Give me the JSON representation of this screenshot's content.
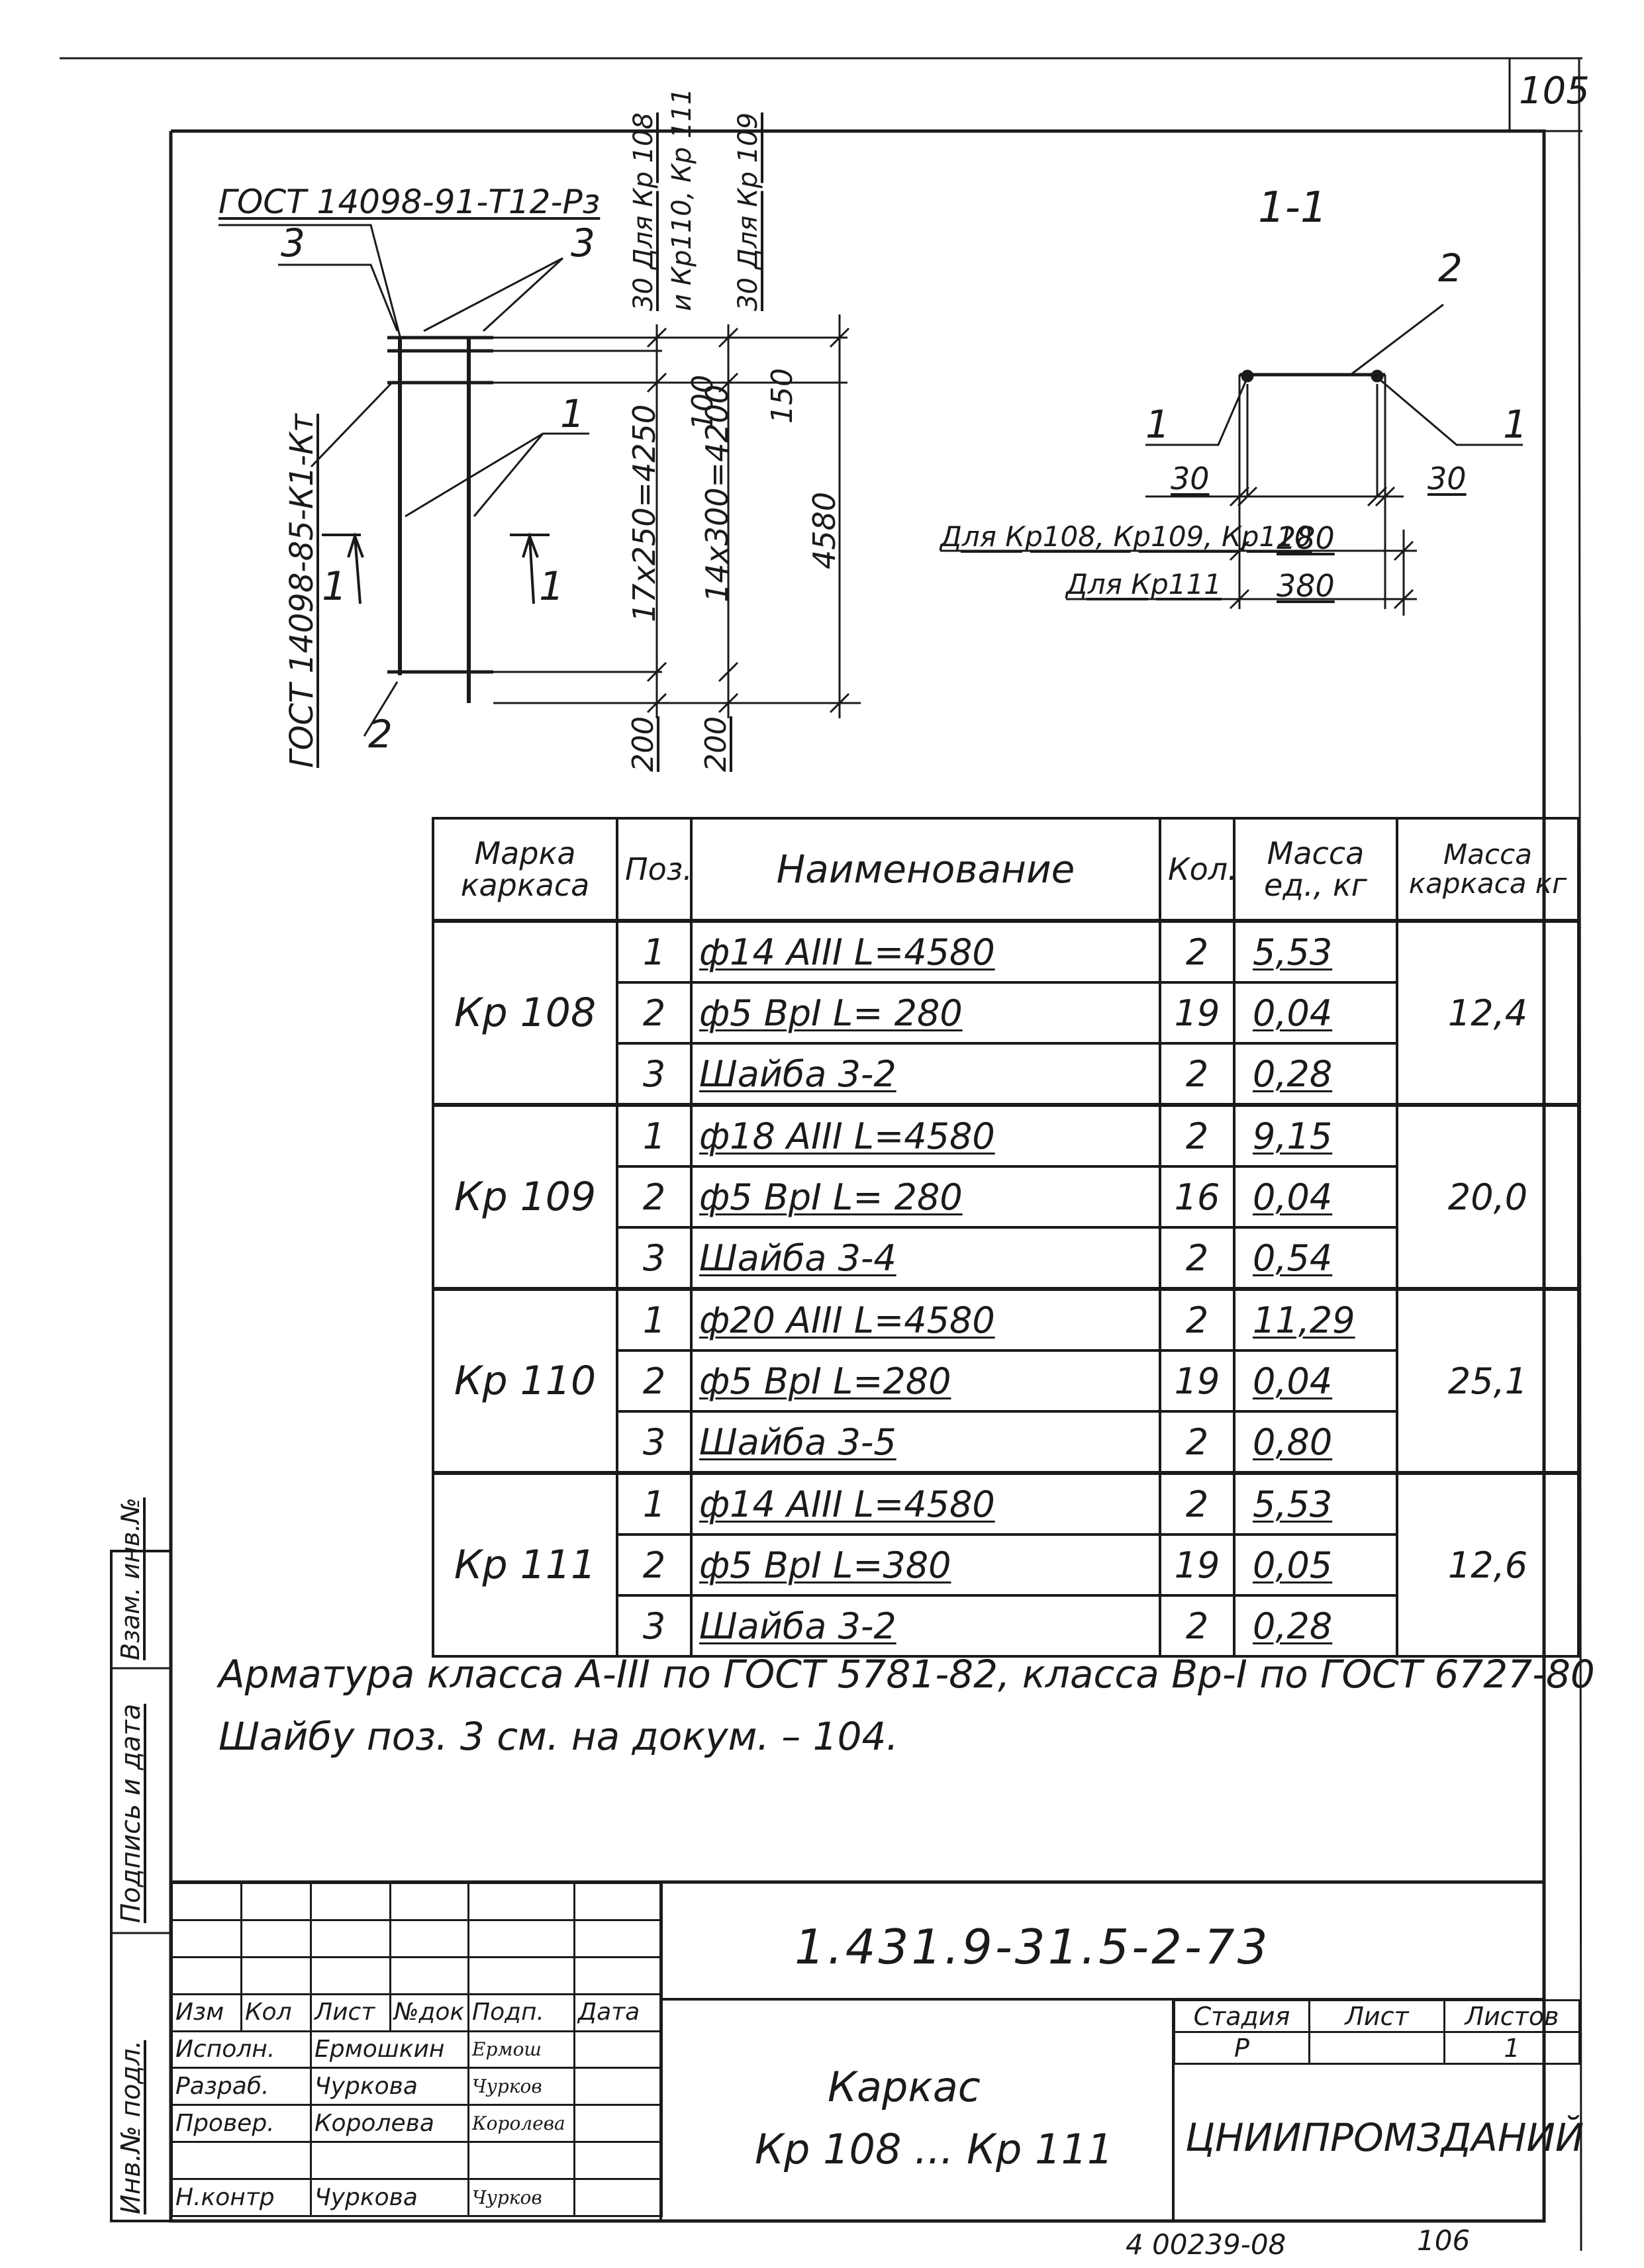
{
  "sheet_number": "105",
  "drawing": {
    "gost_washer": "ГОСТ 14098-91-Т12-Рз",
    "gost_weld": "ГОСТ 14098-85-К1-Кт",
    "pos_labels": [
      "1",
      "2",
      "3"
    ],
    "section_marker": "1",
    "section_title": "1-1",
    "dims_vertical": [
      "30 Для Кр 108",
      "и Кр110, Кр 111",
      "30 Для Кр 109",
      "17х250=4250",
      "100",
      "14х300=4200",
      "150",
      "4580",
      "200",
      "200"
    ],
    "dims_section": [
      "30",
      "30",
      "280",
      "380"
    ],
    "section_captions": [
      "Для Кр108, Кр109, Кр110",
      "Для Кр111"
    ]
  },
  "spec_table": {
    "headers": {
      "mark": "Марка каркаса",
      "pos": "Поз.",
      "name": "Наименование",
      "qty": "Кол.",
      "unit_mass": "Масса ед., кг",
      "frame_mass": "Масса каркаса кг"
    },
    "groups": [
      {
        "mark": "Кр 108",
        "total": "12,4",
        "rows": [
          {
            "pos": "1",
            "name": "ф14 АIII  L=4580",
            "qty": "2",
            "mass": "5,53"
          },
          {
            "pos": "2",
            "name": "ф5 ВрI  L= 280",
            "qty": "19",
            "mass": "0,04"
          },
          {
            "pos": "3",
            "name": "Шайба 3-2",
            "qty": "2",
            "mass": "0,28"
          }
        ]
      },
      {
        "mark": "Кр 109",
        "total": "20,0",
        "rows": [
          {
            "pos": "1",
            "name": "ф18 АIII  L=4580",
            "qty": "2",
            "mass": "9,15"
          },
          {
            "pos": "2",
            "name": "ф5 ВрI  L= 280",
            "qty": "16",
            "mass": "0,04"
          },
          {
            "pos": "3",
            "name": "Шайба 3-4",
            "qty": "2",
            "mass": "0,54"
          }
        ]
      },
      {
        "mark": "Кр 110",
        "total": "25,1",
        "rows": [
          {
            "pos": "1",
            "name": "ф20 АIII  L=4580",
            "qty": "2",
            "mass": "11,29"
          },
          {
            "pos": "2",
            "name": "ф5 ВрI  L=280",
            "qty": "19",
            "mass": "0,04"
          },
          {
            "pos": "3",
            "name": "Шайба 3-5",
            "qty": "2",
            "mass": "0,80"
          }
        ]
      },
      {
        "mark": "Кр 111",
        "total": "12,6",
        "rows": [
          {
            "pos": "1",
            "name": "ф14 АIII  L=4580",
            "qty": "2",
            "mass": "5,53"
          },
          {
            "pos": "2",
            "name": "ф5 ВрI  L=380",
            "qty": "19",
            "mass": "0,05"
          },
          {
            "pos": "3",
            "name": "Шайба 3-2",
            "qty": "2",
            "mass": "0,28"
          }
        ]
      }
    ]
  },
  "notes": [
    "Арматура класса А-III по ГОСТ 5781-82, класса Вр-I по ГОСТ 6727-80",
    "Шайбу поз. 3 см. на докум. – 104."
  ],
  "side_stamp": [
    "Инв.№ подл.",
    "Подпись и дата",
    "Взам. инв.№"
  ],
  "title_block": {
    "doc_code": "1.431.9-31.5-2-73",
    "title_line1": "Каркас",
    "title_line2": "Кр 108 ... Кр 111",
    "organization": "ЦНИИПРОМЗДАНИЙ",
    "sign_headers": [
      "Изм",
      "Кол",
      "Лист",
      "№док",
      "Подп.",
      "Дата"
    ],
    "sign_rows": [
      {
        "role": "Исполн.",
        "name": "Ермошкин",
        "sign": "Ермош"
      },
      {
        "role": "Разраб.",
        "name": "Чуркова",
        "sign": "Чурков"
      },
      {
        "role": "Провер.",
        "name": "Королева",
        "sign": "Королева"
      },
      {
        "role": "",
        "name": "",
        "sign": ""
      },
      {
        "role": "Н.контр",
        "name": "Чуркова",
        "sign": "Чурков"
      }
    ],
    "stage_headers": [
      "Стадия",
      "Лист",
      "Листов"
    ],
    "stage_values": [
      "Р",
      "",
      "1"
    ]
  },
  "footer": {
    "archive_code": "4 00239-08",
    "page": "106"
  }
}
